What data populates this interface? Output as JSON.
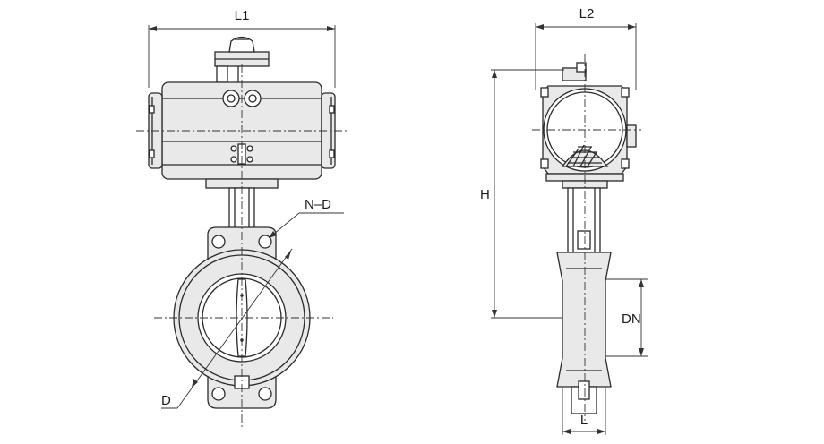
{
  "labels": {
    "l1": "L1",
    "l2": "L2",
    "h": "H",
    "n_d": "N–D",
    "d": "D",
    "dn": "DN",
    "l": "L"
  },
  "colors": {
    "line": "#2a2a2a",
    "fill": "#e9e9e9",
    "background": "#ffffff"
  }
}
